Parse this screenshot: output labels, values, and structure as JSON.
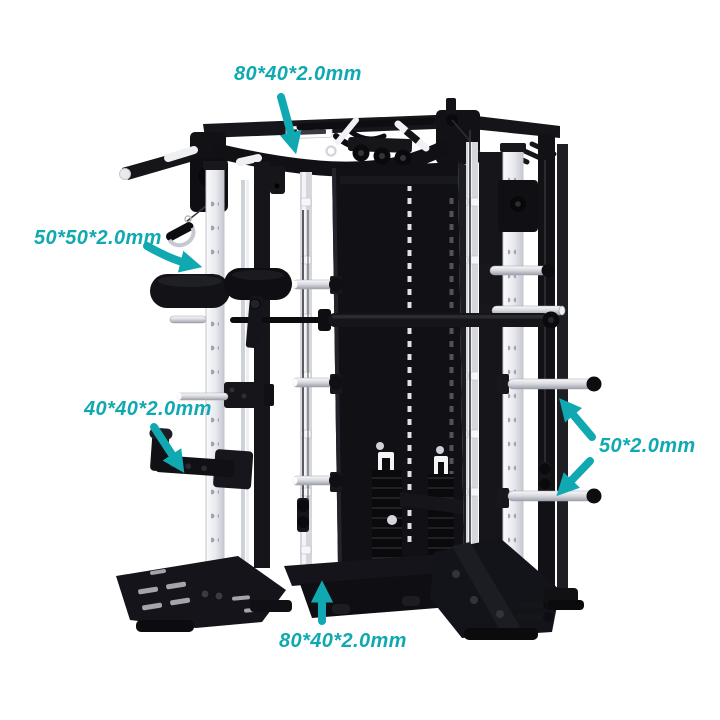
{
  "image": {
    "background_color": "#ffffff",
    "accent_color": "#10a9b2",
    "frame_color": "#121217",
    "upright_color": "#f2f3f5"
  },
  "annotations": {
    "top": {
      "label": "80*40*2.0mm"
    },
    "left_upper": {
      "label": "50*50*2.0mm"
    },
    "left_lower": {
      "label": "40*40*2.0mm"
    },
    "right": {
      "label": "50*2.0mm"
    },
    "bottom": {
      "label": "80*40*2.0mm"
    }
  }
}
